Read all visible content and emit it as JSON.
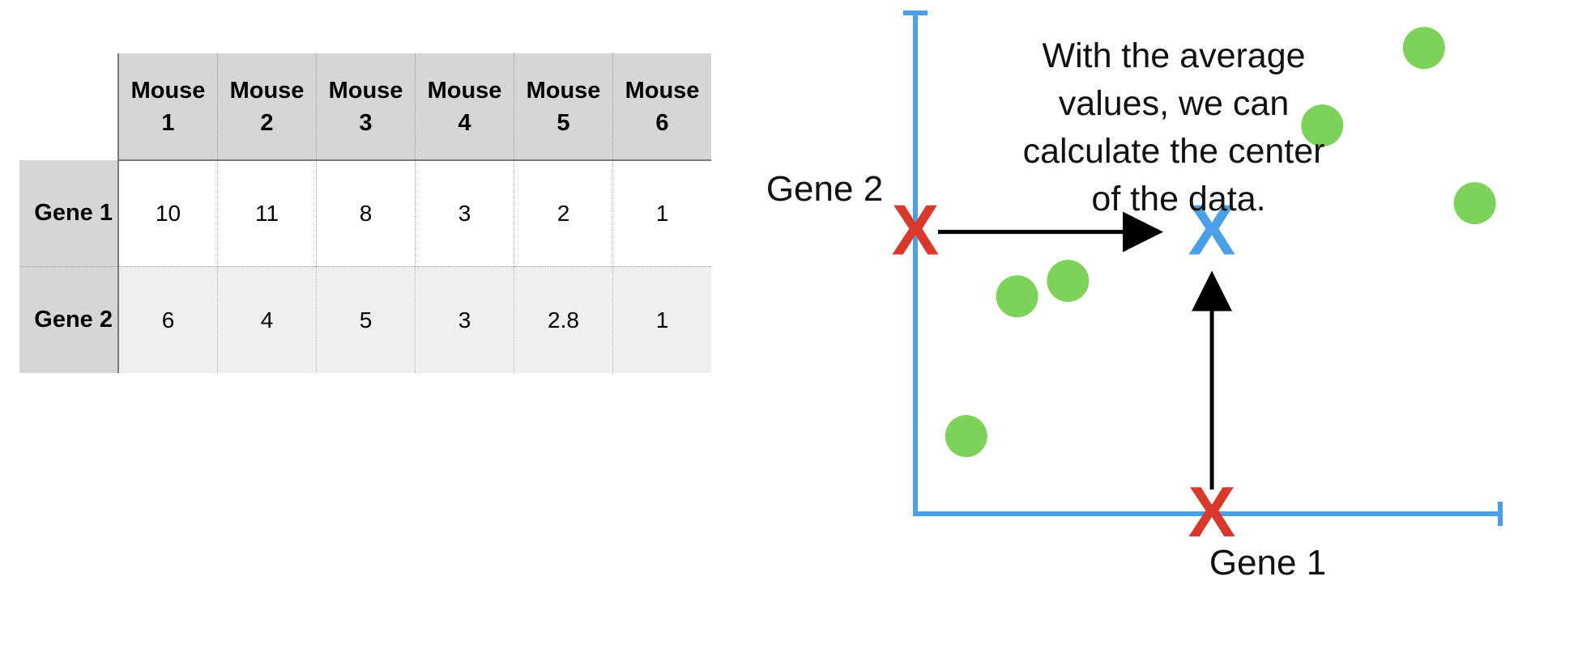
{
  "table": {
    "columns": [
      "Mouse 1",
      "Mouse 2",
      "Mouse 3",
      "Mouse 4",
      "Mouse 5",
      "Mouse 6"
    ],
    "column_lines": [
      [
        "Mouse",
        "1"
      ],
      [
        "Mouse",
        "2"
      ],
      [
        "Mouse",
        "3"
      ],
      [
        "Mouse",
        "4"
      ],
      [
        "Mouse",
        "5"
      ],
      [
        "Mouse",
        "6"
      ]
    ],
    "rows": [
      {
        "label": "Gene 1",
        "values": [
          "10",
          "11",
          "8",
          "3",
          "2",
          "1"
        ]
      },
      {
        "label": "Gene 2",
        "values": [
          "6",
          "4",
          "5",
          "3",
          "2.8",
          "1"
        ]
      }
    ]
  },
  "chart_data": {
    "type": "scatter",
    "xlabel": "Gene 1",
    "ylabel": "Gene 2",
    "annotation": [
      "With the average",
      "values, we can",
      "calculate the center",
      "of the data."
    ],
    "xlim": [
      0,
      11.5
    ],
    "ylim": [
      0,
      6.2
    ],
    "grid": false,
    "series": [
      {
        "x": [
          10,
          11,
          8,
          3,
          2,
          1
        ],
        "y": [
          6,
          4,
          5,
          3,
          2.8,
          1
        ],
        "color": "#7dd35a"
      }
    ],
    "mean_markers": {
      "x_mean": 5.83,
      "y_mean": 3.63,
      "axis_marker_color": "#d9392b",
      "center_marker_color": "#4a9fe6",
      "marker_glyph": "X"
    },
    "axis_color": "#4a9fe6",
    "arrow_color": "#000000"
  }
}
